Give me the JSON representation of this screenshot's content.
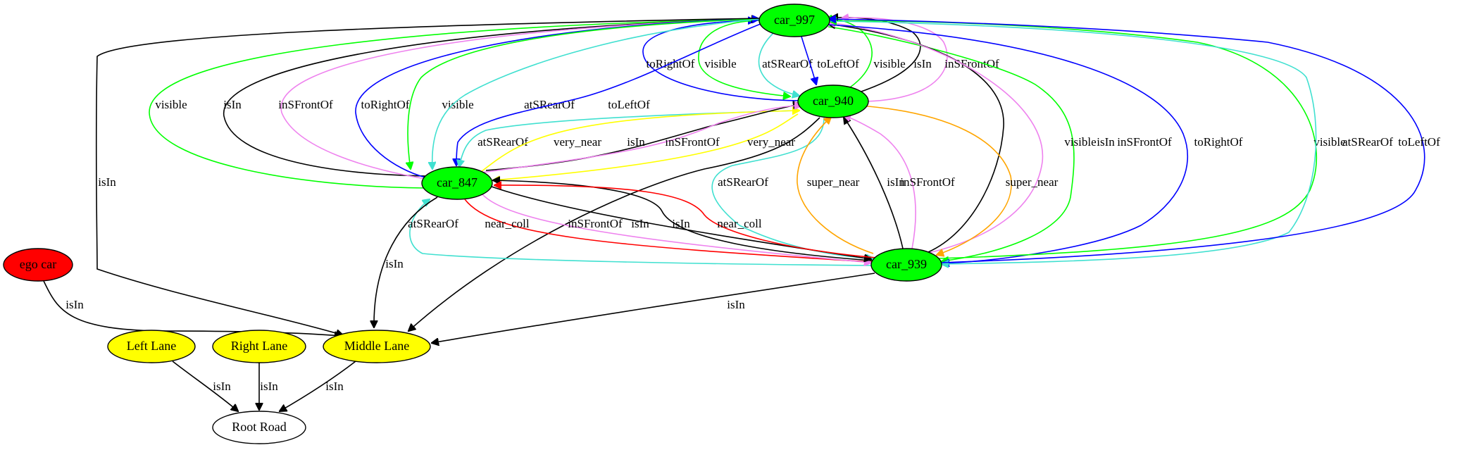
{
  "colors": {
    "black": "#000000",
    "green": "#00ff00",
    "blue": "#0000ff",
    "violet": "#ee82ee",
    "turquoise": "#40e0d0",
    "yellow": "#ffff00",
    "orange": "#ffa500",
    "red": "#ff0000"
  },
  "nodes": {
    "car_997": {
      "label": "car_997",
      "fill": "#00ff00"
    },
    "car_940": {
      "label": "car_940",
      "fill": "#00ff00"
    },
    "car_847": {
      "label": "car_847",
      "fill": "#00ff00"
    },
    "car_939": {
      "label": "car_939",
      "fill": "#00ff00"
    },
    "ego_car": {
      "label": "ego car",
      "fill": "#ff0000"
    },
    "left_lane": {
      "label": "Left Lane",
      "fill": "#ffff00"
    },
    "right_lane": {
      "label": "Right Lane",
      "fill": "#ffff00"
    },
    "middle_lane": {
      "label": "Middle Lane",
      "fill": "#ffff00"
    },
    "root_road": {
      "label": "Root Road",
      "fill": "#ffffff"
    }
  },
  "edges": [
    {
      "id": "e01",
      "from": "car_940",
      "to": "car_997",
      "label": "toRightOf",
      "color": "blue"
    },
    {
      "id": "e02",
      "from": "car_997",
      "to": "car_940",
      "label": "visible",
      "color": "green"
    },
    {
      "id": "e03",
      "from": "car_997",
      "to": "car_940",
      "label": "atSRearOf",
      "color": "turquoise"
    },
    {
      "id": "e04",
      "from": "car_997",
      "to": "car_940",
      "label": "toLeftOf",
      "color": "blue"
    },
    {
      "id": "e05",
      "from": "car_940",
      "to": "car_997",
      "label": "visible",
      "color": "green"
    },
    {
      "id": "e06",
      "from": "car_940",
      "to": "car_997",
      "label": "isIn",
      "color": "black"
    },
    {
      "id": "e07",
      "from": "car_940",
      "to": "car_997",
      "label": "inSFrontOf",
      "color": "violet"
    },
    {
      "id": "e08",
      "from": "car_847",
      "to": "car_997",
      "label": "visible",
      "color": "green"
    },
    {
      "id": "e09",
      "from": "car_847",
      "to": "car_997",
      "label": "isIn",
      "color": "black"
    },
    {
      "id": "e10",
      "from": "car_847",
      "to": "car_997",
      "label": "inSFrontOf",
      "color": "violet"
    },
    {
      "id": "e11",
      "from": "car_847",
      "to": "car_997",
      "label": "toRightOf",
      "color": "blue"
    },
    {
      "id": "e12",
      "from": "car_997",
      "to": "car_847",
      "label": "visible",
      "color": "green"
    },
    {
      "id": "e13",
      "from": "car_997",
      "to": "car_847",
      "label": "atSRearOf",
      "color": "turquoise"
    },
    {
      "id": "e14",
      "from": "car_997",
      "to": "car_847",
      "label": "toLeftOf",
      "color": "blue"
    },
    {
      "id": "e15",
      "from": "car_997",
      "to": "middle_lane",
      "label": "isIn",
      "color": "black"
    },
    {
      "id": "e16",
      "from": "car_940",
      "to": "car_847",
      "label": "atSRearOf",
      "color": "turquoise"
    },
    {
      "id": "e17",
      "from": "car_847",
      "to": "car_940",
      "label": "very_near",
      "color": "yellow"
    },
    {
      "id": "e18",
      "from": "car_847",
      "to": "car_940",
      "label": "isIn",
      "color": "black"
    },
    {
      "id": "e19",
      "from": "car_847",
      "to": "car_940",
      "label": "inSFrontOf",
      "color": "violet"
    },
    {
      "id": "e20",
      "from": "car_940",
      "to": "car_847",
      "label": "very_near",
      "color": "yellow"
    },
    {
      "id": "e21",
      "from": "car_997",
      "to": "car_939",
      "label": "visible",
      "color": "green"
    },
    {
      "id": "e22",
      "from": "car_939",
      "to": "car_997",
      "label": "isIn",
      "color": "black"
    },
    {
      "id": "e23",
      "from": "car_939",
      "to": "car_997",
      "label": "inSFrontOf",
      "color": "violet"
    },
    {
      "id": "e24",
      "from": "car_997",
      "to": "car_939",
      "label": "toRightOf",
      "color": "blue"
    },
    {
      "id": "e25",
      "from": "car_939",
      "to": "car_997",
      "label": "visible",
      "color": "green"
    },
    {
      "id": "e26",
      "from": "car_997",
      "to": "car_939",
      "label": "atSRearOf",
      "color": "turquoise"
    },
    {
      "id": "e27",
      "from": "car_939",
      "to": "car_997",
      "label": "toLeftOf",
      "color": "blue"
    },
    {
      "id": "e28",
      "from": "car_940",
      "to": "car_939",
      "label": "atSRearOf",
      "color": "turquoise"
    },
    {
      "id": "e29",
      "from": "car_939",
      "to": "car_940",
      "label": "super_near",
      "color": "orange"
    },
    {
      "id": "e30",
      "from": "car_939",
      "to": "car_940",
      "label": "isIn",
      "color": "black"
    },
    {
      "id": "e31",
      "from": "car_939",
      "to": "car_940",
      "label": "inSFrontOf",
      "color": "violet"
    },
    {
      "id": "e32",
      "from": "car_940",
      "to": "car_939",
      "label": "super_near",
      "color": "orange"
    },
    {
      "id": "e33",
      "from": "car_940",
      "to": "middle_lane",
      "label": "",
      "color": "black"
    },
    {
      "id": "e34",
      "from": "car_939",
      "to": "car_847",
      "label": "atSRearOf",
      "color": "turquoise"
    },
    {
      "id": "e35",
      "from": "car_847",
      "to": "car_939",
      "label": "near_coll",
      "color": "red"
    },
    {
      "id": "e36",
      "from": "car_847",
      "to": "car_939",
      "label": "inSFrontOf",
      "color": "violet"
    },
    {
      "id": "e37",
      "from": "car_847",
      "to": "car_939",
      "label": "isIn",
      "color": "black"
    },
    {
      "id": "e38",
      "from": "car_939",
      "to": "car_847",
      "label": "isIn",
      "color": "black"
    },
    {
      "id": "e39",
      "from": "car_939",
      "to": "car_847",
      "label": "near_coll",
      "color": "red"
    },
    {
      "id": "e40",
      "from": "car_847",
      "to": "middle_lane",
      "label": "isIn",
      "color": "black"
    },
    {
      "id": "e41",
      "from": "car_939",
      "to": "middle_lane",
      "label": "isIn",
      "color": "black"
    },
    {
      "id": "e42",
      "from": "ego_car",
      "to": "middle_lane",
      "label": "isIn",
      "color": "black"
    },
    {
      "id": "e43",
      "from": "left_lane",
      "to": "root_road",
      "label": "isIn",
      "color": "black"
    },
    {
      "id": "e44",
      "from": "right_lane",
      "to": "root_road",
      "label": "isIn",
      "color": "black"
    },
    {
      "id": "e45",
      "from": "middle_lane",
      "to": "root_road",
      "label": "isIn",
      "color": "black"
    }
  ]
}
